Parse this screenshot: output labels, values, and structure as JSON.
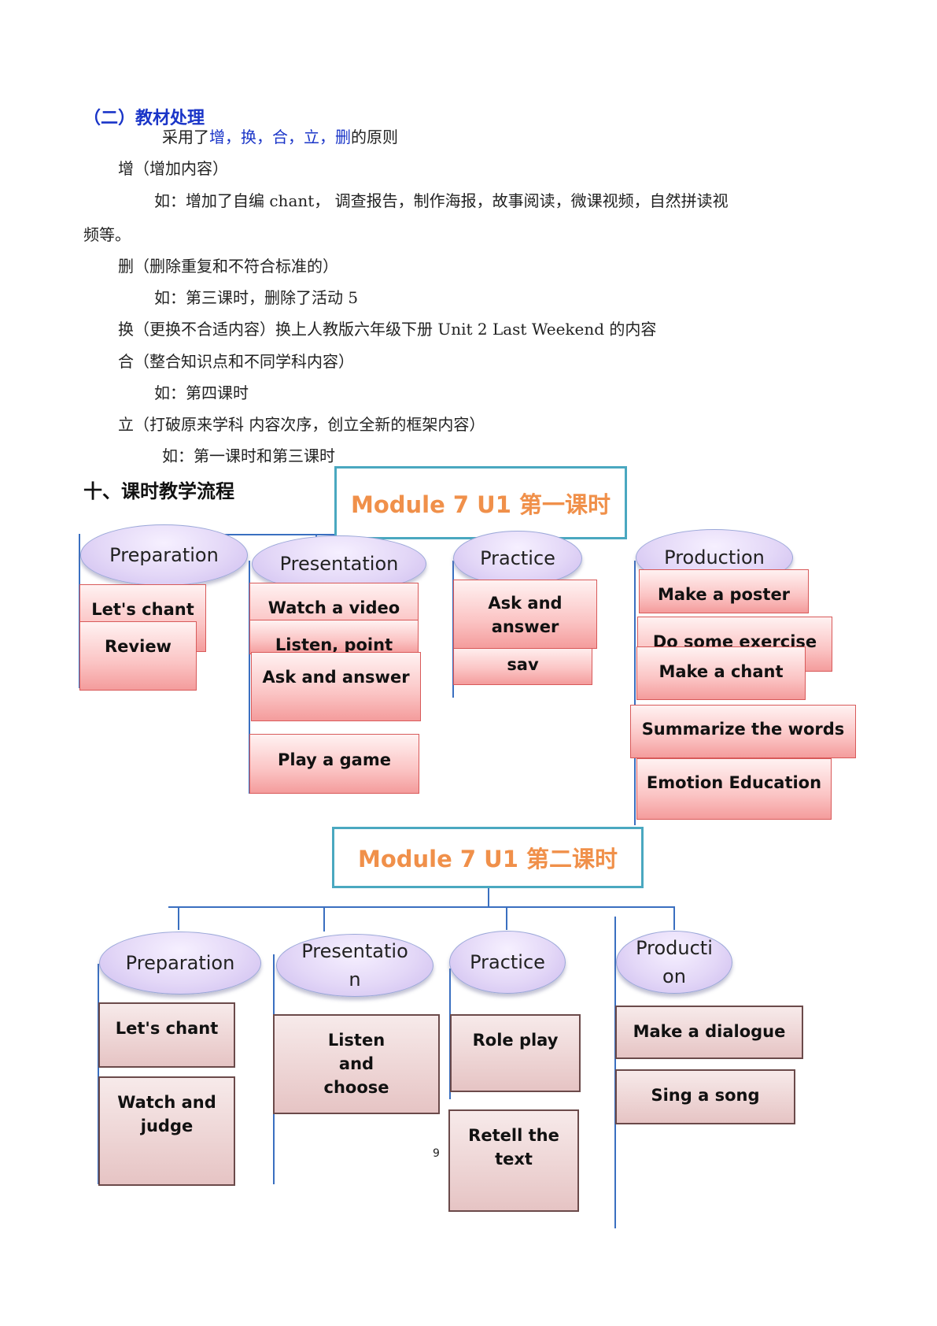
{
  "section": {
    "title": "（二）教材处理",
    "principle_prefix": "采用了",
    "principle_terms": [
      "增",
      "换",
      "合",
      "立",
      "删"
    ],
    "principle_seps": [
      "，",
      "，",
      "，",
      "，"
    ],
    "principle_suffix": "的原则",
    "lines": [
      "增（增加内容）",
      "如：增加了自编 chant， 调查报告，制作海报，故事阅读，微课视频，自然拼读视",
      "频等。",
      "删（删除重复和不符合标准的）",
      "如：第三课时，删除了活动 5",
      "换（更换不合适内容）换上人教版六年级下册 Unit  2  Last  Weekend 的内容",
      "合（整合知识点和不同学科内容）",
      "如：第四课时",
      "立（打破原来学科  内容次序，创立全新的框架内容）",
      "如：第一课时和第三课时"
    ]
  },
  "chapter_title": "十、课时教学流程",
  "module1": {
    "title": "Module 7 U1 第一课时",
    "stages": [
      "Preparation",
      "Presentation",
      "Practice",
      "Production"
    ],
    "activities": [
      "Let's chant",
      "Review",
      "Watch a video",
      "Listen, point",
      "Ask and answer",
      "Play a game",
      "Ask and answer",
      "sav",
      "Make a poster",
      "Do some exercise",
      "Make a chant",
      "Summarize the words",
      "Emotion Education"
    ]
  },
  "module2": {
    "title": "Module 7 U1 第二课时",
    "stages": [
      "Preparation",
      "Presentatio n",
      "Practice",
      "Producti on"
    ],
    "activities": [
      "Let's chant",
      "Watch and judge",
      "Listen and choose",
      "Role play",
      "Retell the text",
      "Make a dialogue",
      "Sing a song"
    ]
  },
  "page_number": "9"
}
